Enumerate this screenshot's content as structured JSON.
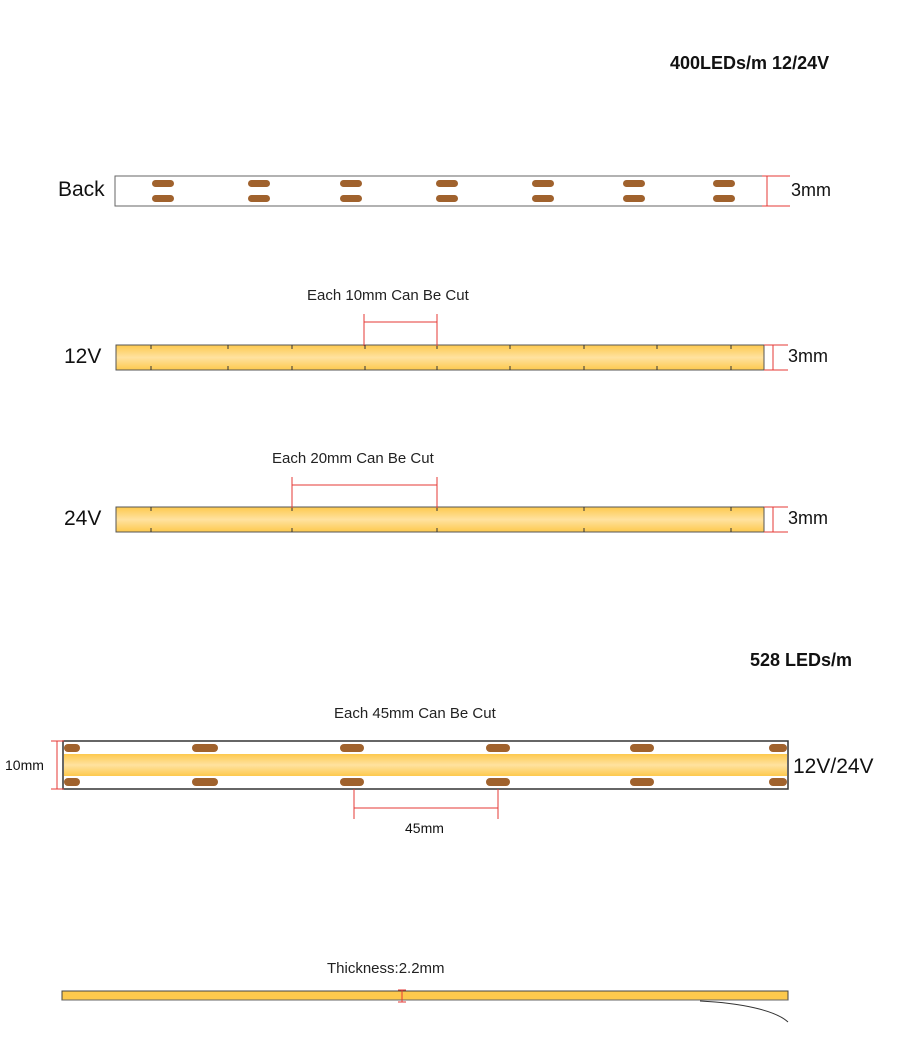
{
  "headings": {
    "spec_400": "400LEDs/m  12/24V",
    "spec_528": "528 LEDs/m"
  },
  "strips": {
    "back": {
      "label": "Back",
      "dimension": "3mm"
    },
    "v12": {
      "label": "12V",
      "dimension": "3mm",
      "cut_note": "Each 10mm Can Be Cut"
    },
    "v24": {
      "label": "24V",
      "dimension": "3mm",
      "cut_note": "Each 20mm Can Be Cut"
    },
    "wide": {
      "label": "12V/24V",
      "width_dimension": "10mm",
      "cut_note": "Each 45mm Can Be Cut",
      "pitch_dimension": "45mm"
    },
    "profile": {
      "thickness_note": "Thickness:2.2mm"
    }
  },
  "colors": {
    "led_yellow": "#FDC94D",
    "led_highlight": "#FFE2A0",
    "pad_brown": "#A0622D",
    "dimension_red": "#E53935",
    "outline": "#555555"
  }
}
